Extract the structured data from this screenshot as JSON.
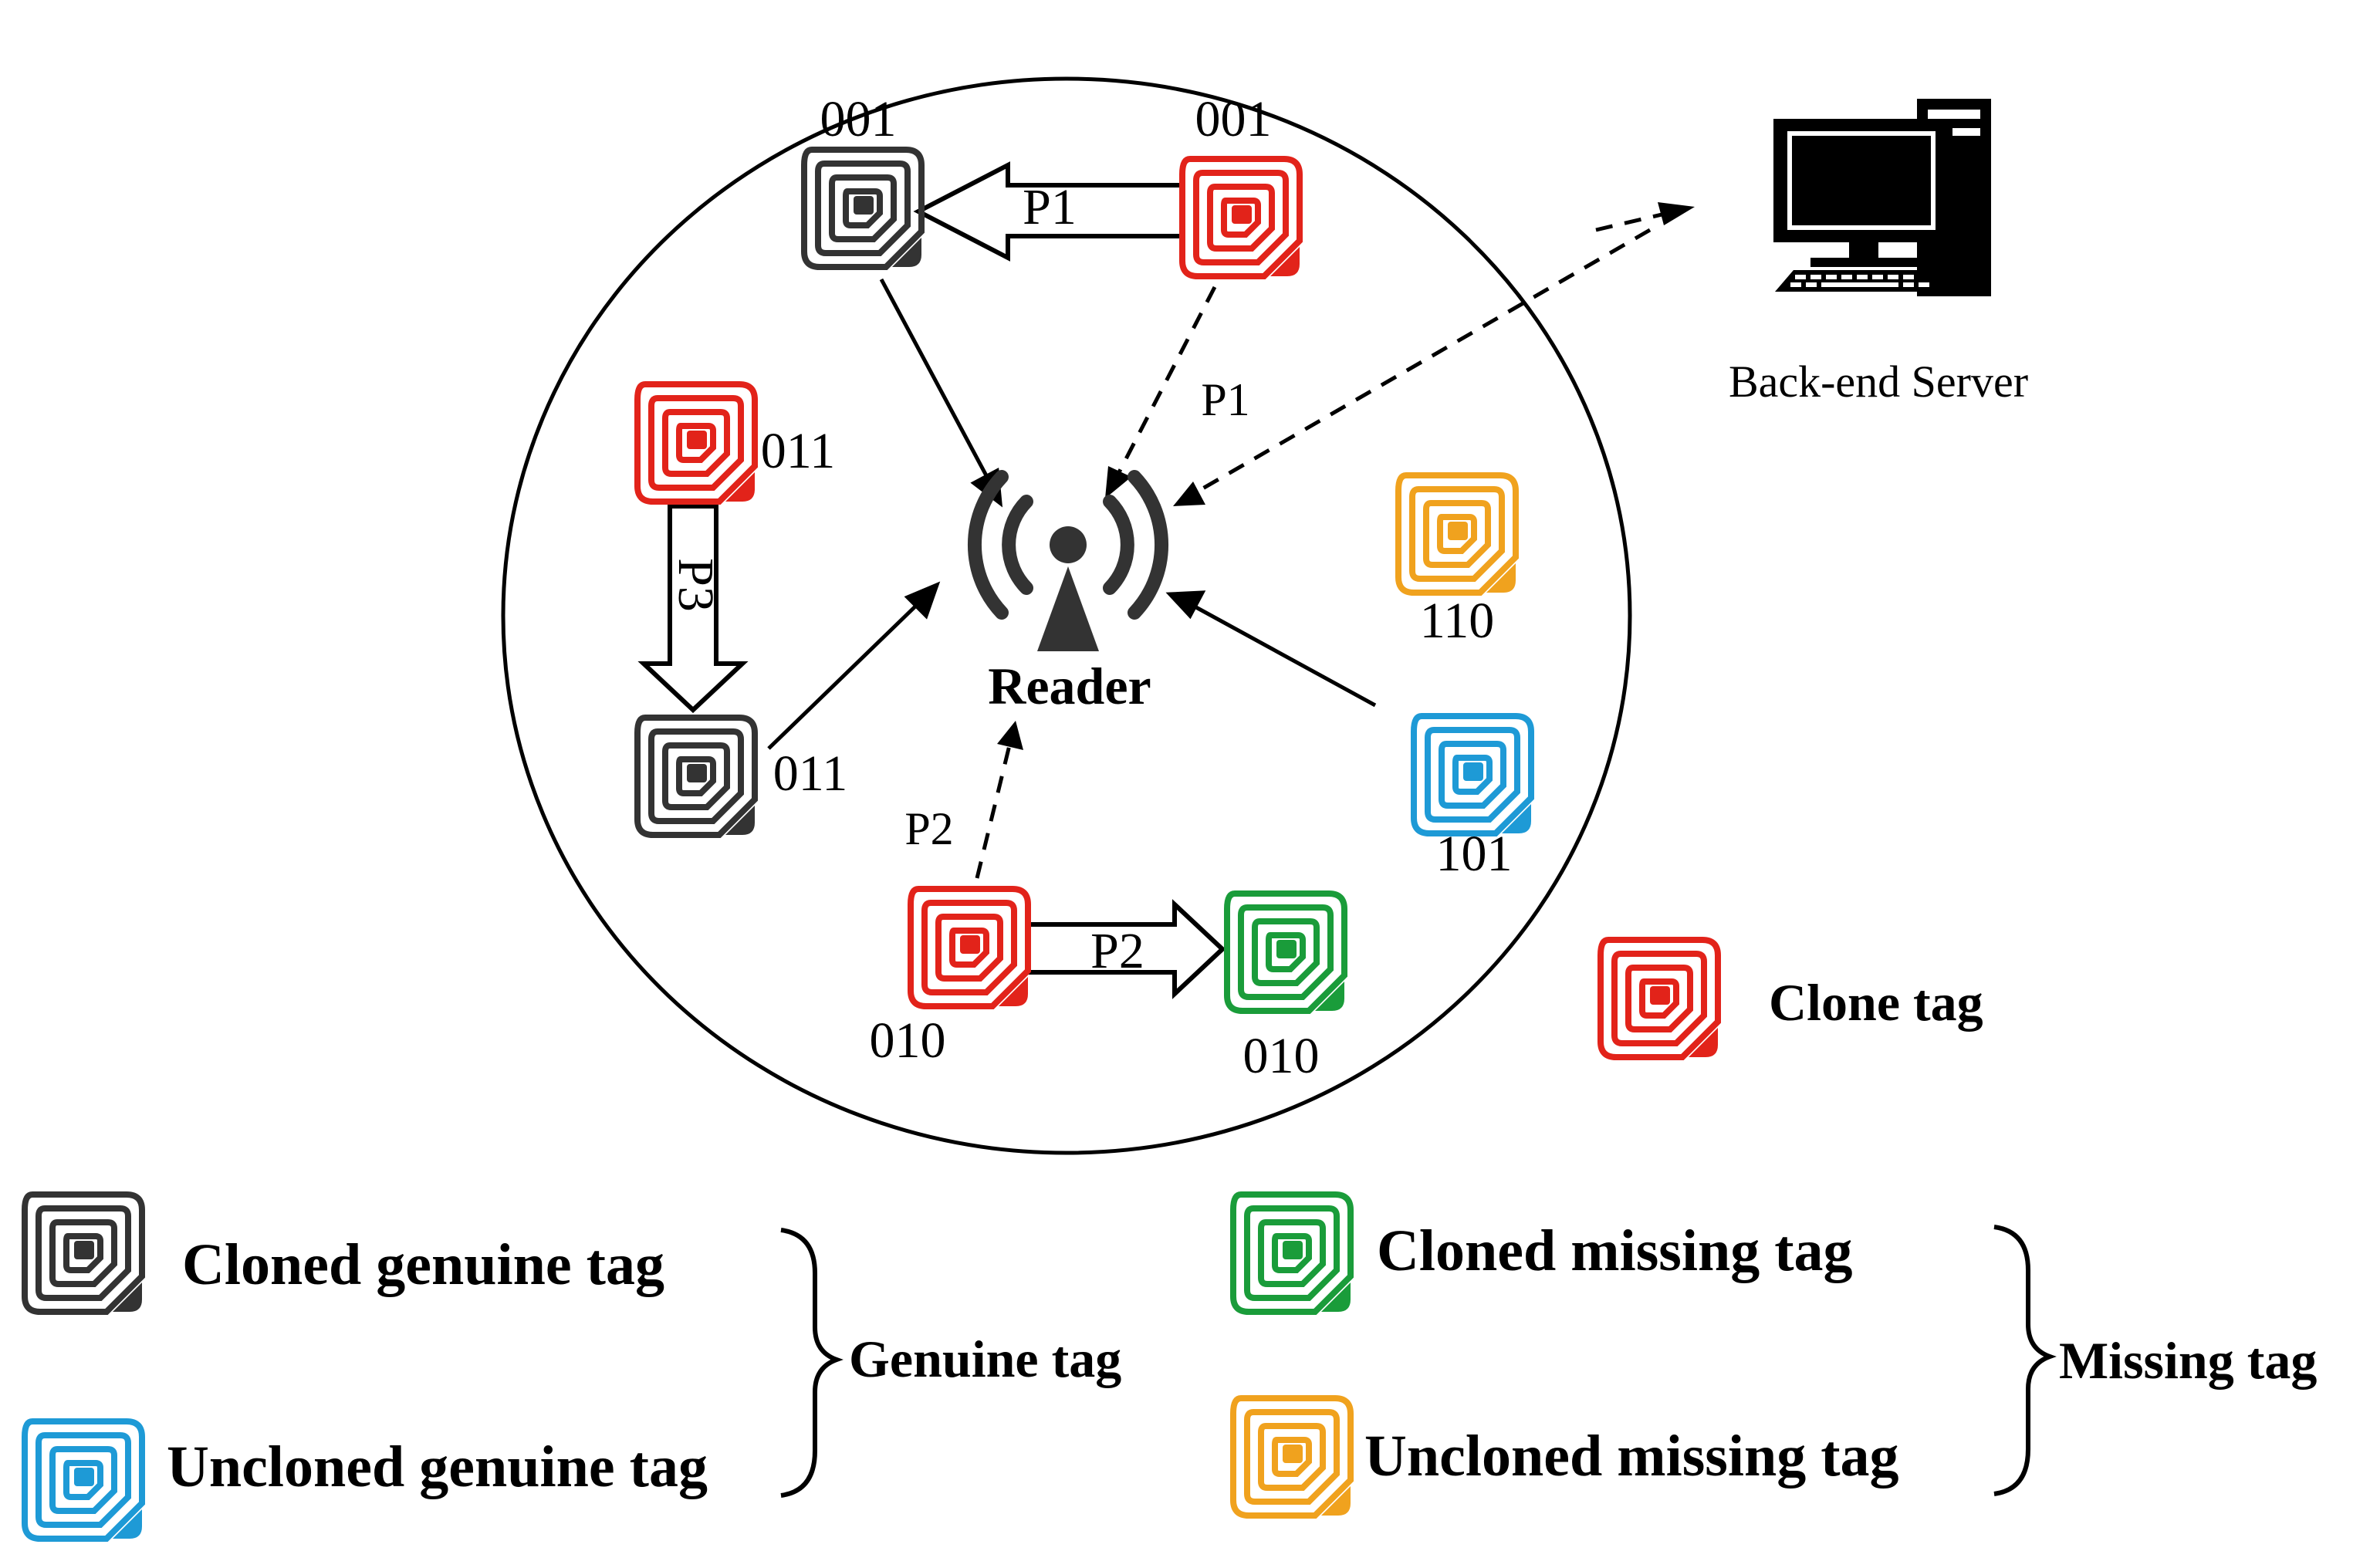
{
  "reader": {
    "label": "Reader"
  },
  "server": {
    "label": "Back-end Server"
  },
  "colors": {
    "clone": "#e2231a",
    "cloned_genuine": "#333333",
    "uncloned_genuine": "#1e9ad6",
    "cloned_missing": "#1a9c3a",
    "uncloned_missing": "#f0a21e"
  },
  "tags": {
    "genuine_001": "001",
    "clone_001": "001",
    "clone_011": "011",
    "genuine_011": "011",
    "missing_110": "110",
    "uncloned_101": "101",
    "clone_010": "010",
    "missing_010": "010"
  },
  "paths": {
    "p1_arrow": "P1",
    "p1_link": "P1",
    "p2_link": "P2",
    "p2_arrow": "P2",
    "p3_arrow": "P3"
  },
  "legend": {
    "clone_tag": "Clone tag",
    "cloned_genuine": "Cloned genuine tag",
    "uncloned_genuine": "Uncloned genuine tag",
    "cloned_missing": "Cloned missing tag",
    "uncloned_missing": "Uncloned missing tag",
    "genuine_group": "Genuine tag",
    "missing_group": "Missing tag"
  },
  "icons": [
    "rfid-tag-icon",
    "antenna-icon",
    "computer-icon"
  ]
}
